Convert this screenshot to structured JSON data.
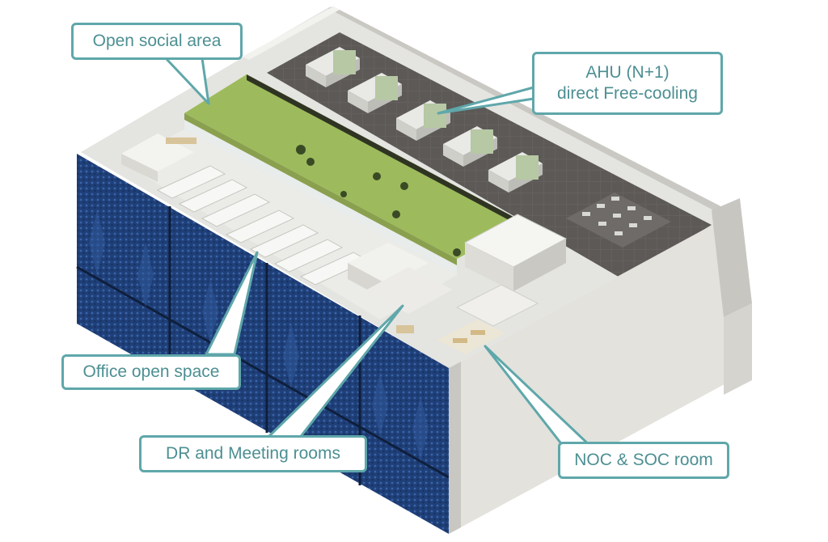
{
  "callouts": {
    "open_social": "Open social area",
    "ahu_line1": "AHU (N+1)",
    "ahu_line2": "direct Free-cooling",
    "office": "Office open space",
    "dr_meeting": "DR and Meeting rooms",
    "noc_soc": "NOC & SOC room"
  },
  "colors": {
    "callout_border": "#5fa7aa",
    "callout_text": "#4d8f92",
    "facade": "#1e3f75",
    "green_roof": "#9dbb5c",
    "floor": "#e2e2de",
    "wall": "#dcdbd6",
    "plant_floor": "#5d5a58"
  }
}
